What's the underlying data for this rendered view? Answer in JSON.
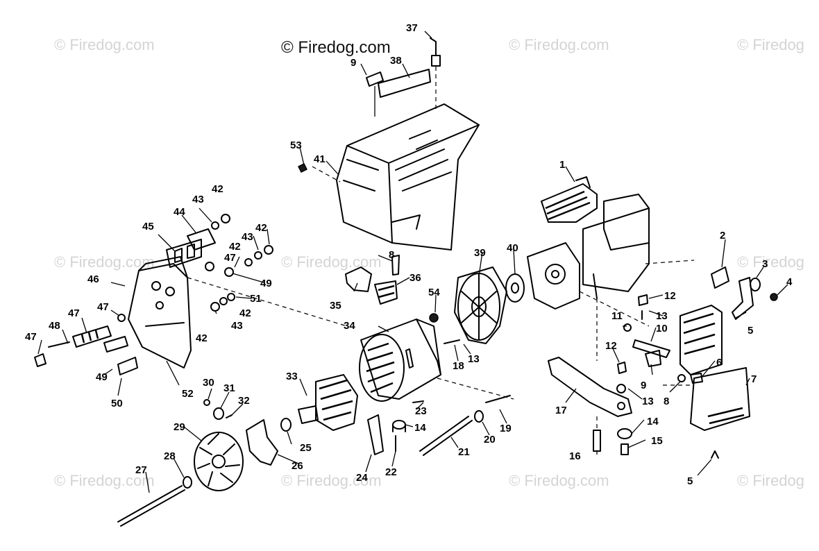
{
  "watermark": {
    "main": "© Firedog.com",
    "faint": "© Firedog.com",
    "faint_right": "© Firedog"
  },
  "callouts": [
    {
      "id": "c37",
      "label": "37"
    },
    {
      "id": "c9a",
      "label": "9"
    },
    {
      "id": "c38",
      "label": "38"
    },
    {
      "id": "c53",
      "label": "53"
    },
    {
      "id": "c41",
      "label": "41"
    },
    {
      "id": "c1",
      "label": "1"
    },
    {
      "id": "c42a",
      "label": "42"
    },
    {
      "id": "c43a",
      "label": "43"
    },
    {
      "id": "c44",
      "label": "44"
    },
    {
      "id": "c42b",
      "label": "42"
    },
    {
      "id": "c45",
      "label": "45"
    },
    {
      "id": "c43b",
      "label": "43"
    },
    {
      "id": "c42c",
      "label": "42"
    },
    {
      "id": "c47a",
      "label": "47"
    },
    {
      "id": "c46",
      "label": "46"
    },
    {
      "id": "c49a",
      "label": "49"
    },
    {
      "id": "c51",
      "label": "51"
    },
    {
      "id": "c47b",
      "label": "47"
    },
    {
      "id": "c42d",
      "label": "42"
    },
    {
      "id": "c43c",
      "label": "43"
    },
    {
      "id": "c42e",
      "label": "42"
    },
    {
      "id": "c47c",
      "label": "47"
    },
    {
      "id": "c48",
      "label": "48"
    },
    {
      "id": "c47d",
      "label": "47"
    },
    {
      "id": "c49b",
      "label": "49"
    },
    {
      "id": "c50",
      "label": "50"
    },
    {
      "id": "c52",
      "label": "52"
    },
    {
      "id": "c8a",
      "label": "8"
    },
    {
      "id": "c39",
      "label": "39"
    },
    {
      "id": "c40",
      "label": "40"
    },
    {
      "id": "c2",
      "label": "2"
    },
    {
      "id": "c3",
      "label": "3"
    },
    {
      "id": "c4",
      "label": "4"
    },
    {
      "id": "c36",
      "label": "36"
    },
    {
      "id": "c35",
      "label": "35"
    },
    {
      "id": "c54",
      "label": "54"
    },
    {
      "id": "c12a",
      "label": "12"
    },
    {
      "id": "c13a",
      "label": "13"
    },
    {
      "id": "c11",
      "label": "11"
    },
    {
      "id": "c10",
      "label": "10"
    },
    {
      "id": "c5a",
      "label": "5"
    },
    {
      "id": "c34",
      "label": "34"
    },
    {
      "id": "c18",
      "label": "18"
    },
    {
      "id": "c13b",
      "label": "13"
    },
    {
      "id": "c12b",
      "label": "12"
    },
    {
      "id": "c6",
      "label": "6"
    },
    {
      "id": "c9b",
      "label": "9"
    },
    {
      "id": "c7",
      "label": "7"
    },
    {
      "id": "c8b",
      "label": "8"
    },
    {
      "id": "c17",
      "label": "17"
    },
    {
      "id": "c13c",
      "label": "13"
    },
    {
      "id": "c33",
      "label": "33"
    },
    {
      "id": "c30",
      "label": "30"
    },
    {
      "id": "c31",
      "label": "31"
    },
    {
      "id": "c32",
      "label": "32"
    },
    {
      "id": "c23",
      "label": "23"
    },
    {
      "id": "c19",
      "label": "19"
    },
    {
      "id": "c14a",
      "label": "14"
    },
    {
      "id": "c20",
      "label": "20"
    },
    {
      "id": "c14b",
      "label": "14"
    },
    {
      "id": "c15",
      "label": "15"
    },
    {
      "id": "c29",
      "label": "29"
    },
    {
      "id": "c25",
      "label": "25"
    },
    {
      "id": "c21",
      "label": "21"
    },
    {
      "id": "c16",
      "label": "16"
    },
    {
      "id": "c28",
      "label": "28"
    },
    {
      "id": "c26",
      "label": "26"
    },
    {
      "id": "c27",
      "label": "27"
    },
    {
      "id": "c24",
      "label": "24"
    },
    {
      "id": "c22",
      "label": "22"
    },
    {
      "id": "c5b",
      "label": "5"
    }
  ]
}
